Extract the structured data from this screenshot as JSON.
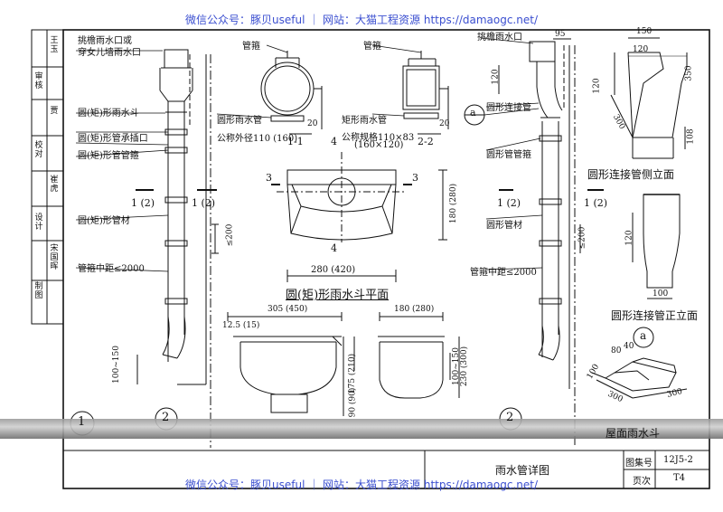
{
  "watermark": "微信公众号：豚贝useful ｜ 网站：大猫工程资源 https://damaogc.net/",
  "left_titleblock": [
    "制图",
    "宋国晖",
    "设计",
    "崔虎",
    "校对",
    "贾",
    "审核",
    "王玉"
  ],
  "sectionLabels": {
    "s11": "1-1",
    "s22": "2-2",
    "s33": "3",
    "s44": "4",
    "s12a": "1 (2)",
    "s12b": "1 (2)"
  },
  "left_callouts": [
    "挑檐雨水口或",
    "穿女儿墙雨水口",
    "圆(矩)形雨水斗",
    "圆(矩)形管承插口",
    "圆(矩)形管管箍",
    "圆(矩)形管材",
    "管箍中距≤2000"
  ],
  "round_pipe": {
    "clip": "管箍",
    "name": "圆形雨水管",
    "spec": "公称外径110 (160)",
    "dim": "20"
  },
  "rect_pipe": {
    "clip": "管箍",
    "name": "矩形雨水管",
    "spec1": "公称规格110×83",
    "spec2": "(160×120)",
    "dim": "20"
  },
  "plan": {
    "title": "圆(矩)形雨水斗平面",
    "w": "280 (420)",
    "h": "180 (280)",
    "d": "≤200"
  },
  "sec_left": {
    "top": "305 (450)",
    "t2": "12.5 (15)",
    "h1": "175 (210)",
    "h2": "100~150",
    "h3": "90 (90)"
  },
  "sec_right": {
    "top": "180 (280)",
    "h1": "230 (300)",
    "h2": "100~150"
  },
  "right_callouts": [
    "挑檐雨水口",
    "圆形连接管",
    "圆形管管箍",
    "圆形管材",
    "管箍中距≤2000"
  ],
  "right_dims": {
    "d95": "95",
    "d120": "120",
    "d200": "≤200",
    "circle": "a"
  },
  "conn_side": {
    "title": "圆形连接管侧立面",
    "d150": "150",
    "d120": "120",
    "d350": "350",
    "d300": "300",
    "d108": "108",
    "d120b": "120"
  },
  "conn_front": {
    "title": "圆形连接管正立面",
    "d100": "100",
    "d120": "120"
  },
  "detail_a": {
    "label": "a",
    "d80": "80",
    "d40": "40",
    "d100": "100",
    "d300a": "300",
    "d300b": "300"
  },
  "bottom_labels": [
    "1",
    "2",
    "2",
    "屋面雨水斗"
  ],
  "bottom_block": {
    "title": "雨水管详图",
    "tuhao_label": "图集号",
    "tuhao": "12J5-2",
    "yeci_label": "页次",
    "yeci": "T4"
  }
}
